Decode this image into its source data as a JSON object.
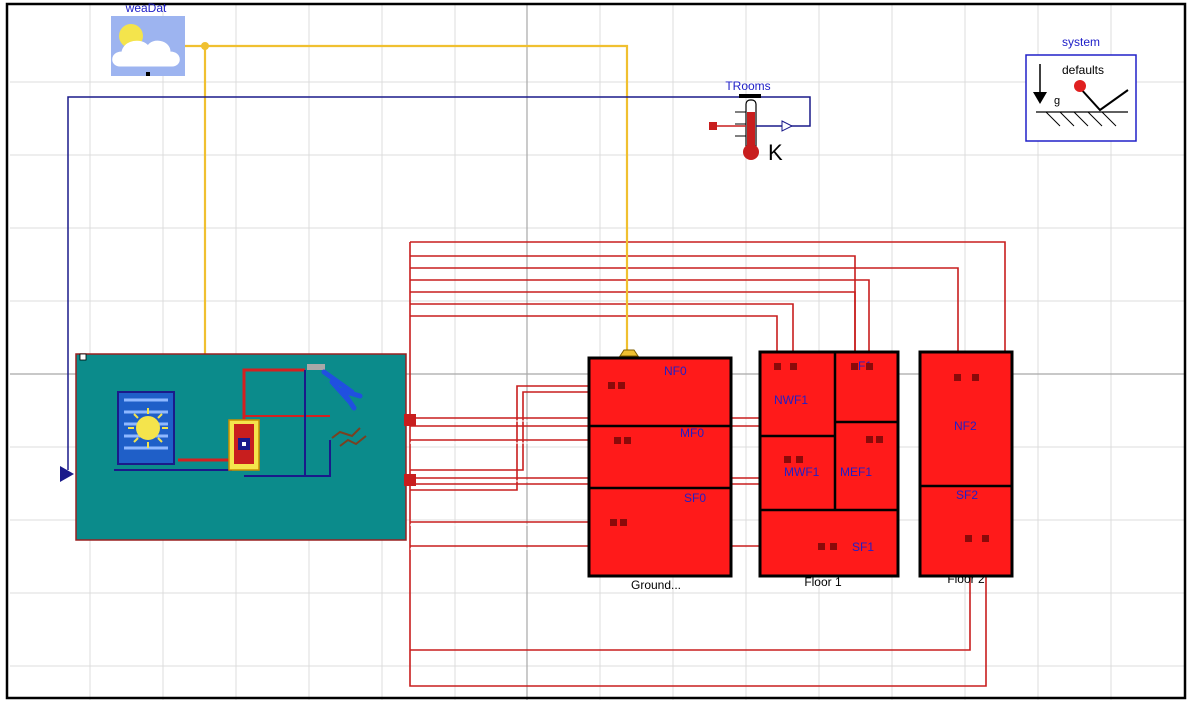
{
  "weather": {
    "label": "weaDat"
  },
  "sensor": {
    "label": "TRooms",
    "unit": "K"
  },
  "system": {
    "label": "system",
    "subtitle": "defaults",
    "g": "g"
  },
  "zones": {
    "ground": {
      "name": "Ground...",
      "rooms": [
        "NF0",
        "MF0",
        "SF0"
      ]
    },
    "floor1": {
      "name": "Floor 1",
      "rooms": [
        "NWF1",
        "F1",
        "MWF1",
        "MEF1",
        "SF1"
      ]
    },
    "floor2": {
      "name": "Floor 2",
      "rooms": [
        "NF2",
        "SF2"
      ]
    }
  },
  "colors": {
    "wire_red": "#c81e1e",
    "wire_yellow": "#f0c030",
    "wire_blue": "#1a1a8a",
    "room_fill": "#ff1a1a",
    "plant_fill": "#0b8b8b"
  }
}
